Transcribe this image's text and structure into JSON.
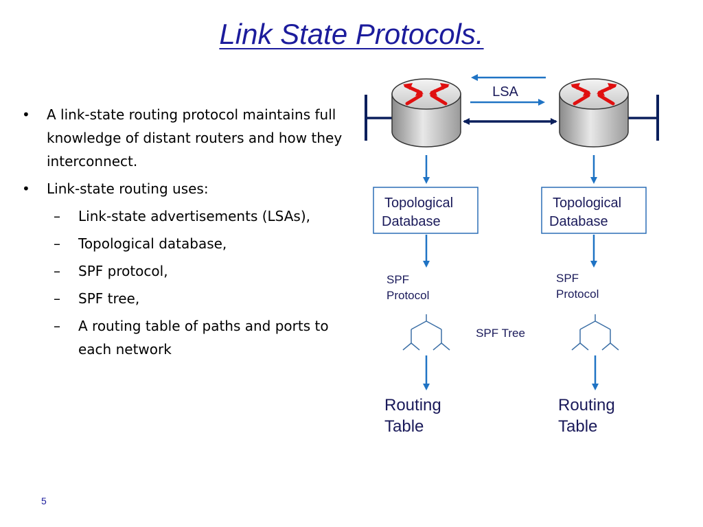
{
  "title": "Link State Protocols.",
  "bullets": [
    {
      "level": 1,
      "marker": "•",
      "text": "A link-state routing protocol maintains full knowledge of distant routers and how they interconnect."
    },
    {
      "level": 1,
      "marker": "•",
      "text": "Link-state routing uses:"
    },
    {
      "level": 2,
      "marker": "–",
      "text": "Link-state advertisements (LSAs),"
    },
    {
      "level": 2,
      "marker": "–",
      "text": "Topological database,"
    },
    {
      "level": 2,
      "marker": "–",
      "text": "SPF protocol,"
    },
    {
      "level": 2,
      "marker": "–",
      "text": "SPF tree,"
    },
    {
      "level": 2,
      "marker": "–",
      "text": "A routing table of paths and ports to each network"
    }
  ],
  "diagram": {
    "lsa_label": "LSA",
    "spf_tree_label": "SPF Tree",
    "left": {
      "db_line1": "Topological",
      "db_line2": "Database",
      "spf_line1": "SPF",
      "spf_line2": "Protocol",
      "rt_line1": "Routing",
      "rt_line2": "Table"
    },
    "right": {
      "db_line1": "Topological",
      "db_line2": "Database",
      "spf_line1": "SPF",
      "spf_line2": "Protocol",
      "rt_line1": "Routing",
      "rt_line2": "Table"
    },
    "icons": {
      "router": "router-icon",
      "tree": "tree-icon"
    },
    "colors": {
      "link": "#0a1f5c",
      "arrow": "#1f73c4",
      "box_border": "#2a6db5",
      "router_arrow": "#e01010"
    }
  },
  "page_number": "5"
}
